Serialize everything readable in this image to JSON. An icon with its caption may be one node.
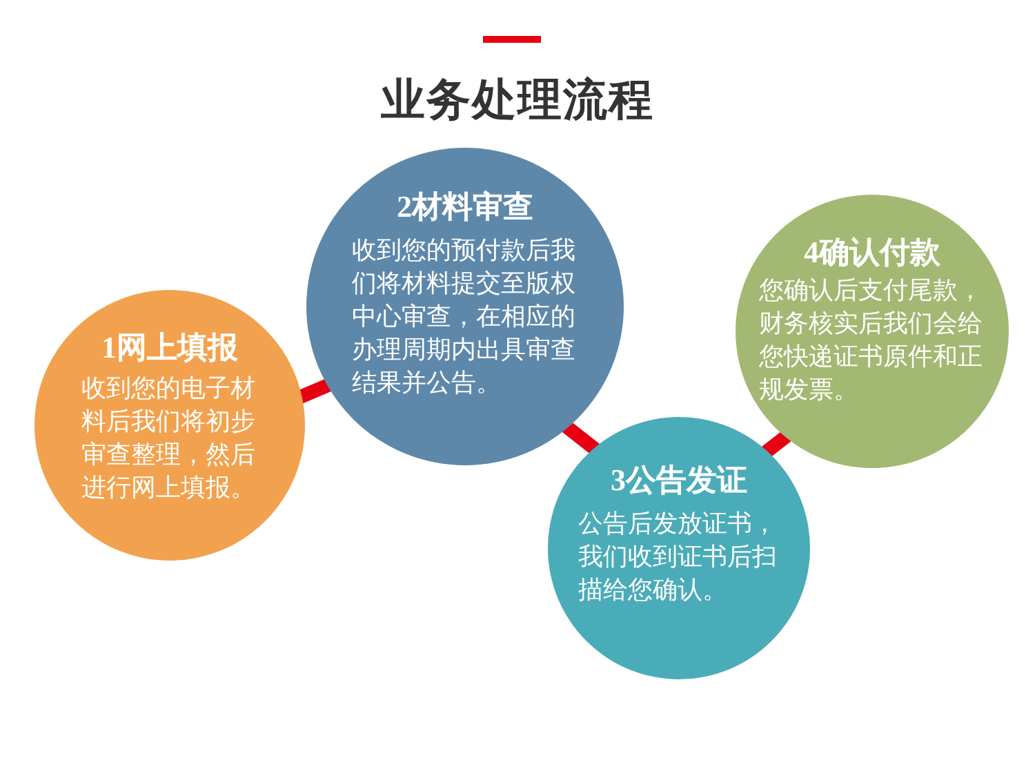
{
  "diagram": {
    "title": "业务处理流程",
    "nodes": [
      {
        "text": [
          "1网上填报",
          "收到您的电子材料后我们将初步审查整理，然后进行网上填报。"
        ]
      },
      {
        "text": [
          "2材料审查",
          "收到您的预付款后我们将材料提交至版权中心审查，在相应的办理周期内出具审查结果并公告。"
        ]
      },
      {
        "text": [
          "3公告发证",
          "公告后发放证书，我们收到证书后扫描给您确认。"
        ]
      },
      {
        "text": [
          "4确认付款",
          "您确认后支付尾款，财务核实后我们会给您快递证书原件和正规发票。"
        ]
      }
    ],
    "edges": [
      {
        "from": 0,
        "to": 1,
        "arrow": "none"
      },
      {
        "from": 1,
        "to": 2,
        "arrow": "none"
      },
      {
        "from": 2,
        "to": 3,
        "arrow": "none"
      }
    ]
  }
}
